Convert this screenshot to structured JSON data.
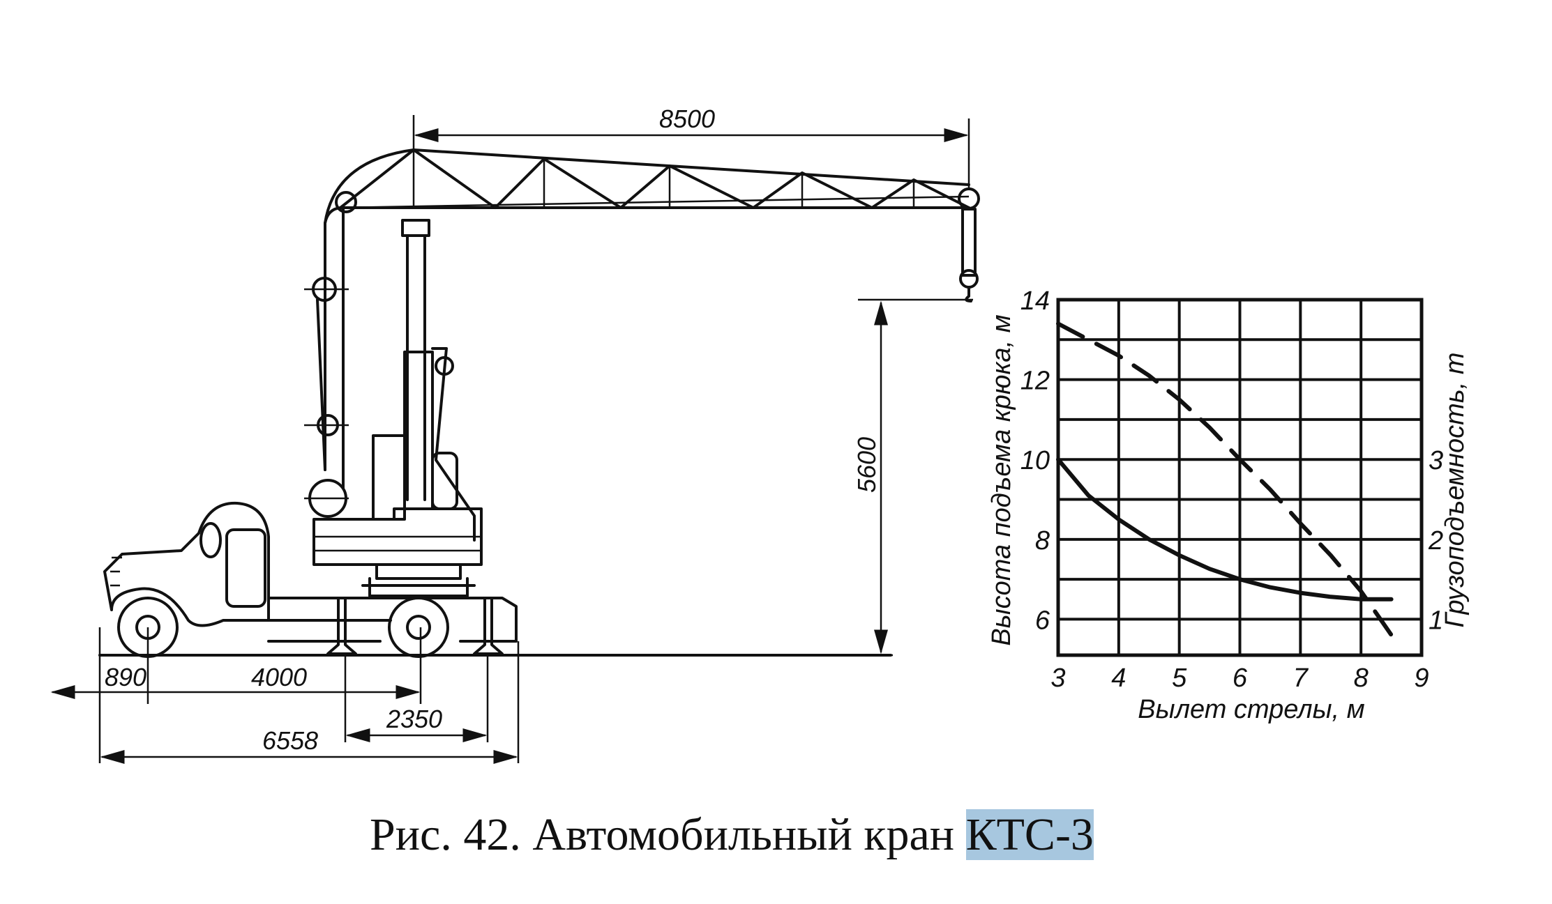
{
  "figure": {
    "caption_prefix": "Рис. 42. Автомобильный кран ",
    "caption_highlight": "КТС-3",
    "highlight_color": "#a7c7df"
  },
  "drawing": {
    "dimensions": {
      "boom_reach": "8500",
      "hook_height": "5600",
      "front_overhang": "890",
      "wheelbase": "4000",
      "outrigger_base": "2350",
      "overall_length": "6558"
    }
  },
  "chart_data": {
    "type": "line",
    "title": "",
    "xlabel": "Вылет стрелы, м",
    "ylabel": "Высота подъема крюка, м",
    "y2label": "Грузоподъемность, т",
    "xlim": [
      3,
      9
    ],
    "ylim": [
      5.1,
      14
    ],
    "y2lim": [
      0.55,
      5
    ],
    "x_ticks": [
      "3",
      "4",
      "5",
      "6",
      "7",
      "8",
      "9"
    ],
    "y_ticks": [
      "6",
      "8",
      "10",
      "12",
      "14"
    ],
    "y2_ticks": [
      "1",
      "2",
      "3"
    ],
    "grid": true,
    "series": [
      {
        "name": "Высота подъема крюка",
        "axis": "left",
        "style": "dashed",
        "x": [
          3,
          3.5,
          4,
          4.5,
          5,
          5.5,
          6,
          6.5,
          7,
          7.5,
          8,
          8.55
        ],
        "y": [
          13.4,
          13.0,
          12.6,
          12.1,
          11.5,
          10.8,
          10.0,
          9.25,
          8.4,
          7.6,
          6.7,
          5.5
        ]
      },
      {
        "name": "Грузоподъемность",
        "axis": "right",
        "style": "solid",
        "x": [
          3,
          3.5,
          4,
          4.5,
          5,
          5.5,
          6,
          6.5,
          7,
          7.5,
          8,
          8.5
        ],
        "y": [
          3.0,
          2.55,
          2.25,
          2.0,
          1.8,
          1.63,
          1.5,
          1.4,
          1.33,
          1.28,
          1.25,
          1.25
        ]
      }
    ]
  }
}
